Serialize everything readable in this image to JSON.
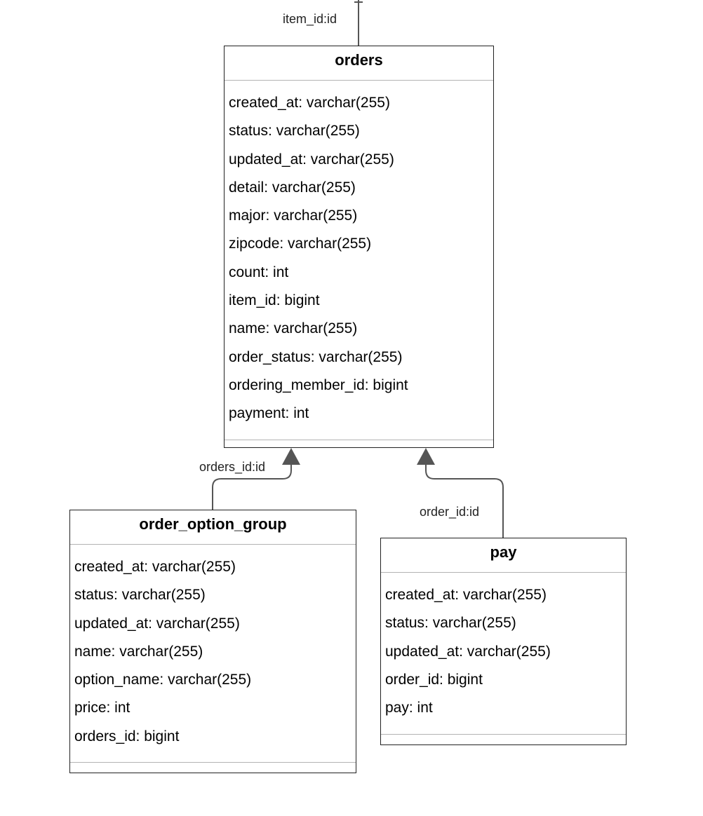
{
  "relationships": {
    "item_link": "item_id:id",
    "orders_link": "orders_id:id",
    "order_link": "order_id:id"
  },
  "tables": {
    "orders": {
      "name": "orders",
      "attributes": [
        "created_at: varchar(255)",
        "status: varchar(255)",
        "updated_at: varchar(255)",
        "detail: varchar(255)",
        "major: varchar(255)",
        "zipcode: varchar(255)",
        "count: int",
        "item_id: bigint",
        "name: varchar(255)",
        "order_status: varchar(255)",
        "ordering_member_id: bigint",
        "payment: int"
      ]
    },
    "order_option_group": {
      "name": "order_option_group",
      "attributes": [
        "created_at: varchar(255)",
        "status: varchar(255)",
        "updated_at: varchar(255)",
        "name: varchar(255)",
        "option_name: varchar(255)",
        "price: int",
        "orders_id: bigint"
      ]
    },
    "pay": {
      "name": "pay",
      "attributes": [
        "created_at: varchar(255)",
        "status: varchar(255)",
        "updated_at: varchar(255)",
        "order_id: bigint",
        "pay: int"
      ]
    }
  }
}
